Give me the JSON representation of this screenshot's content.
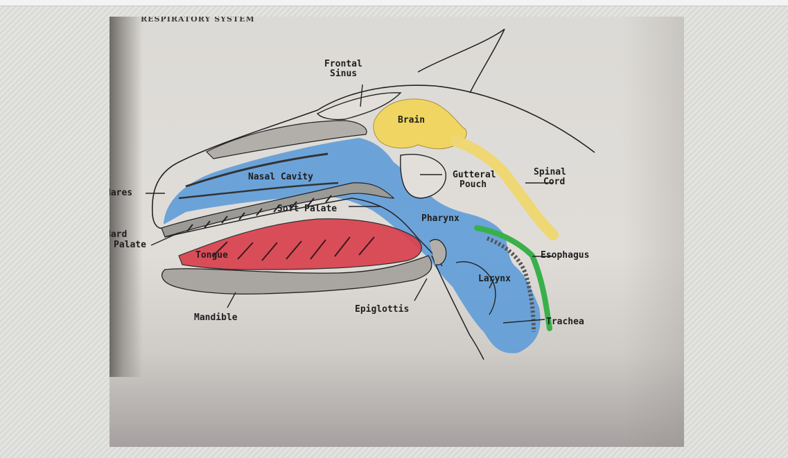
{
  "caption": "RESPIRATORY SYSTEM",
  "labels": {
    "frontal_sinus_1": "Frontal",
    "frontal_sinus_2": "Sinus",
    "brain": "Brain",
    "nasal_cavity": "Nasal Cavity",
    "gutteral_pouch_1": "Gutteral",
    "gutteral_pouch_2": "Pouch",
    "spinal_cord_1": "Spinal",
    "spinal_cord_2": "Cord",
    "nares": "Nares",
    "soft_palate": "Soft Palate",
    "pharynx": "Pharynx",
    "hard_palate_1": "Hard",
    "hard_palate_2": "Palate",
    "tongue": "Tongue",
    "esophagus": "Esophagus",
    "larynx": "Larynx",
    "mandible": "Mandible",
    "epiglottis": "Epiglottis",
    "trachea": "Trachea"
  },
  "colors": {
    "airway_blue": "#5b9bd8",
    "brain_yellow": "#f2d55a",
    "spinal_yellow": "#efd774",
    "tongue_red": "#d9414f",
    "esophagus_green": "#39b04a",
    "bone_gray": "#9c9a96"
  }
}
